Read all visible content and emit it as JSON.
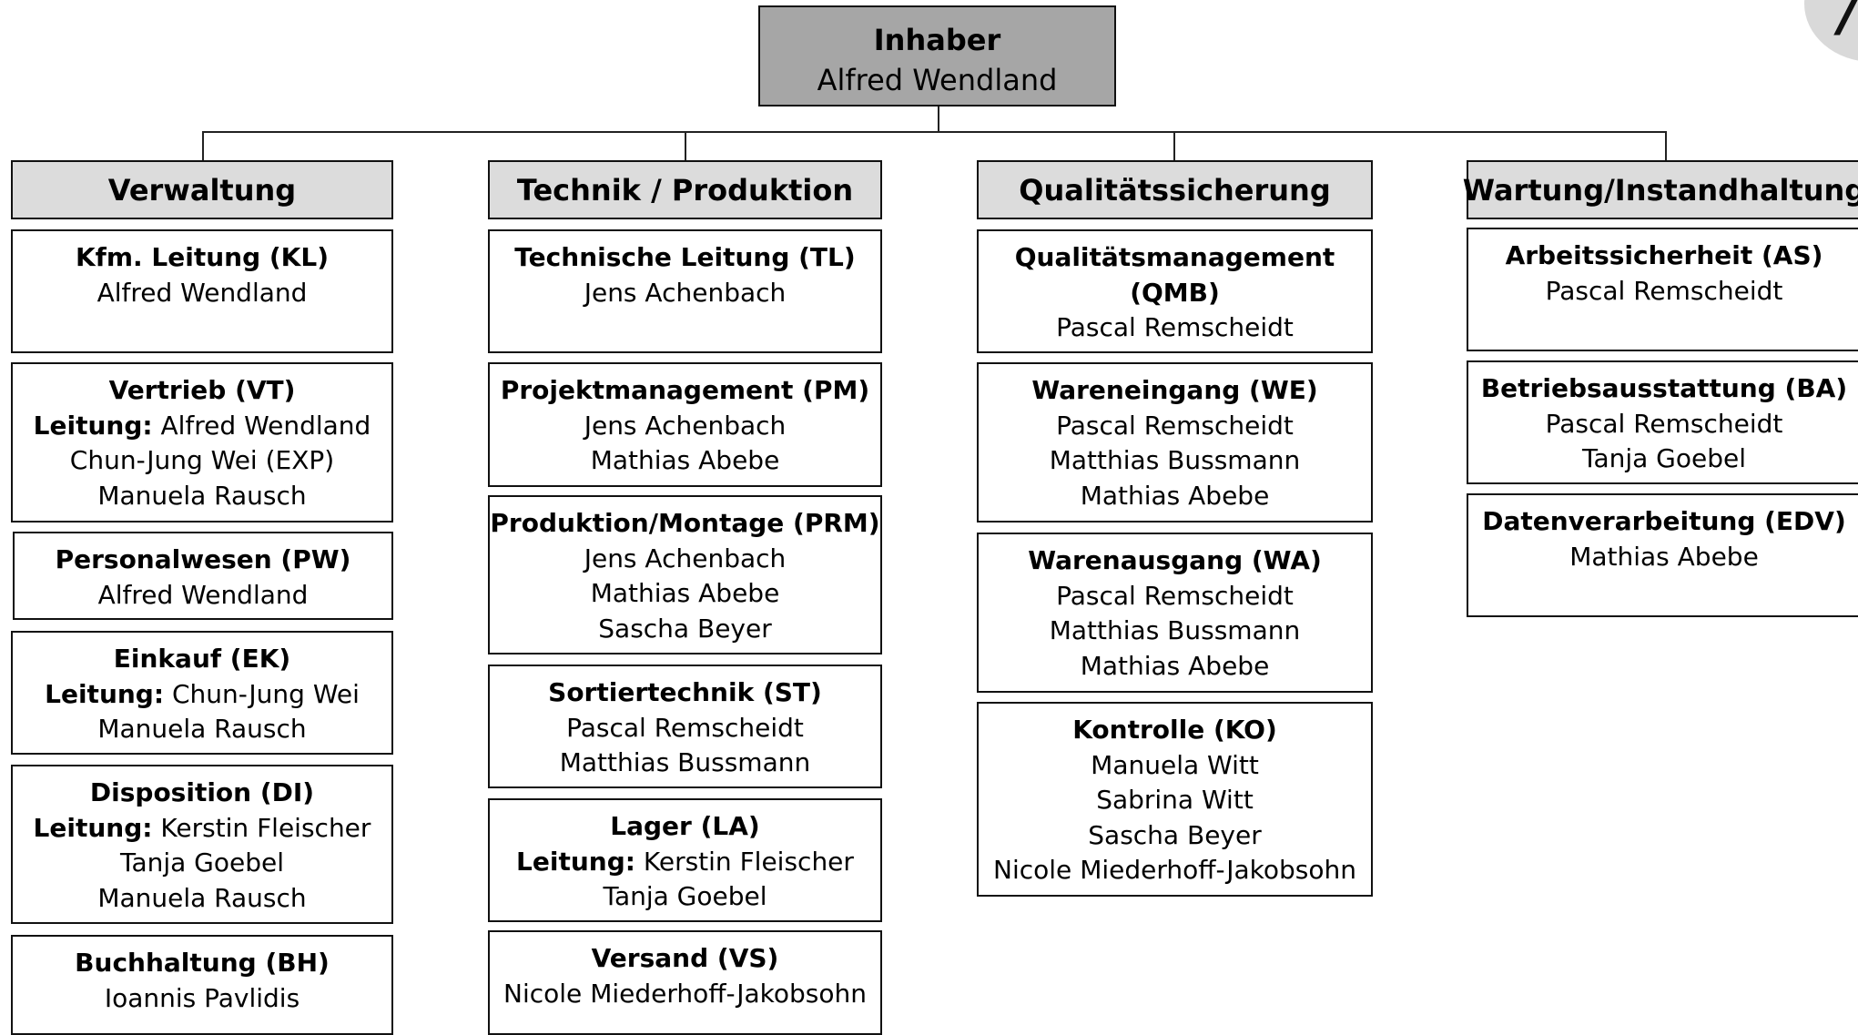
{
  "root": {
    "title": "Inhaber",
    "name": "Alfred Wendland"
  },
  "corner": {
    "glyph": "/"
  },
  "columns": [
    {
      "header": "Verwaltung",
      "boxes": [
        {
          "title": "Kfm. Leitung (KL)",
          "lines": [
            "Alfred Wendland"
          ]
        },
        {
          "title": "Vertrieb (VT)",
          "lead": "Leitung:",
          "lead_name": " Alfred Wendland",
          "lines": [
            "Chun-Jung Wei (EXP)",
            "Manuela Rausch"
          ]
        },
        {
          "title": "Personalwesen (PW)",
          "lines": [
            "Alfred Wendland"
          ]
        },
        {
          "title": "Einkauf (EK)",
          "lead": "Leitung:",
          "lead_name": " Chun-Jung Wei",
          "lines": [
            "Manuela Rausch"
          ]
        },
        {
          "title": "Disposition (DI)",
          "lead": "Leitung:",
          "lead_name": " Kerstin Fleischer",
          "lines": [
            "Tanja Goebel",
            "Manuela Rausch"
          ]
        },
        {
          "title": "Buchhaltung (BH)",
          "lines": [
            "Ioannis Pavlidis"
          ]
        }
      ]
    },
    {
      "header": "Technik / Produktion",
      "boxes": [
        {
          "title": "Technische Leitung (TL)",
          "lines": [
            "Jens Achenbach"
          ]
        },
        {
          "title": "Projektmanagement (PM)",
          "lines": [
            "Jens Achenbach",
            "Mathias Abebe"
          ]
        },
        {
          "title": "Produktion/Montage (PRM)",
          "lines": [
            "Jens Achenbach",
            "Mathias Abebe",
            "Sascha Beyer"
          ]
        },
        {
          "title": "Sortiertechnik (ST)",
          "lines": [
            "Pascal Remscheidt",
            "Matthias Bussmann"
          ]
        },
        {
          "title": "Lager (LA)",
          "lead": "Leitung:",
          "lead_name": " Kerstin Fleischer",
          "lines": [
            "Tanja Goebel"
          ]
        },
        {
          "title": "Versand (VS)",
          "lines": [
            "Nicole Miederhoff-Jakobsohn"
          ]
        }
      ]
    },
    {
      "header": "Qualitätssicherung",
      "boxes": [
        {
          "title": "Qualitätsmanagement (QMB)",
          "lines": [
            "Pascal Remscheidt"
          ]
        },
        {
          "title": "Wareneingang (WE)",
          "lines": [
            "Pascal Remscheidt",
            "Matthias Bussmann",
            "Mathias Abebe"
          ]
        },
        {
          "title": "Warenausgang (WA)",
          "lines": [
            "Pascal Remscheidt",
            "Matthias Bussmann",
            "Mathias Abebe"
          ]
        },
        {
          "title": "Kontrolle (KO)",
          "lines": [
            "Manuela Witt",
            "Sabrina Witt",
            "Sascha Beyer",
            "Nicole Miederhoff-Jakobsohn"
          ]
        }
      ]
    },
    {
      "header": "Wartung/Instandhaltung",
      "boxes": [
        {
          "title": "Arbeitssicherheit (AS)",
          "lines": [
            "Pascal Remscheidt"
          ]
        },
        {
          "title": "Betriebsausstattung (BA)",
          "lines": [
            "Pascal Remscheidt",
            "Tanja Goebel"
          ]
        },
        {
          "title": "Datenverarbeitung (EDV)",
          "lines": [
            "Mathias Abebe"
          ]
        }
      ]
    }
  ]
}
